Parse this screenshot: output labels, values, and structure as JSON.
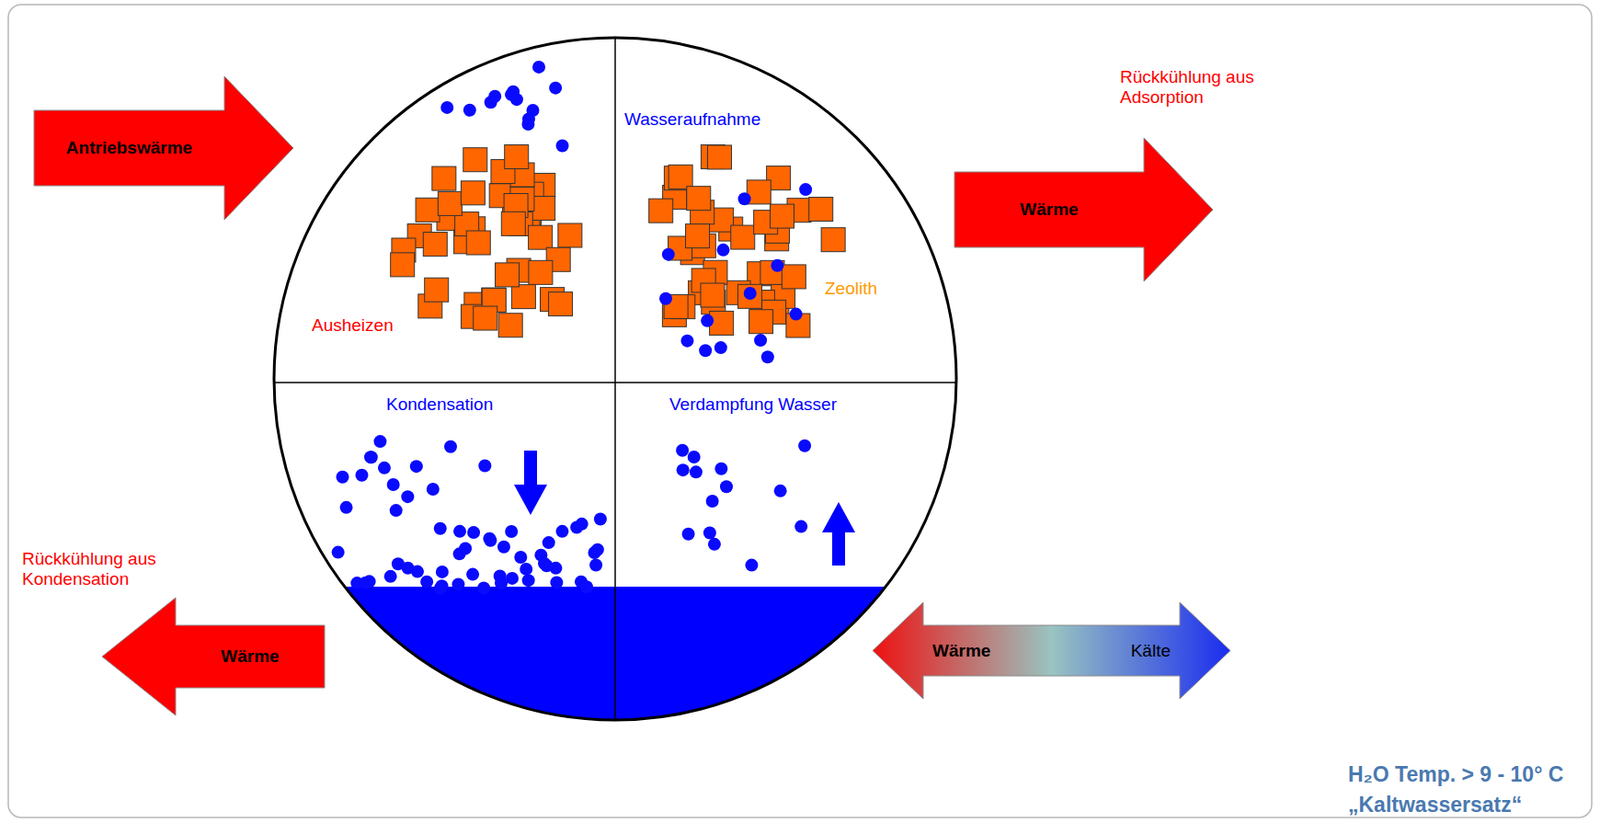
{
  "diagram": {
    "nodes": [
      {
        "text": [
          "Antriebswärme"
        ]
      },
      {
        "text": [
          "Wärme"
        ]
      },
      {
        "text": [
          "Wärme"
        ]
      },
      {
        "text": [
          "Wärme",
          "Kälte"
        ]
      }
    ],
    "labels": [
      "Rückkühlung aus Adsorption",
      "Rückkühlung aus Kondensation",
      "Ausheizen",
      "Wasseraufnahme",
      "Zeolith",
      "Kondensation",
      "Verdampfung Wasser",
      "H₂O Temp. > 9 - 10° C",
      "„Kaltwassersatz“"
    ]
  }
}
